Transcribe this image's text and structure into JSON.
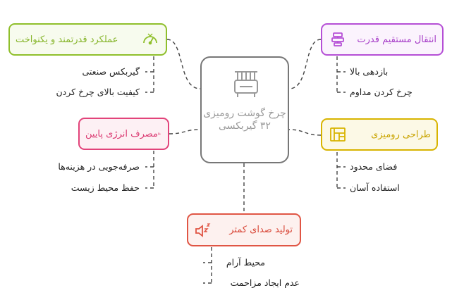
{
  "center": {
    "title": "چرخ گوشت رومیزی ۳۲ گیربکسی",
    "icon": "meat-grinder-icon"
  },
  "branches": [
    {
      "id": "performance",
      "title": "عملکرد قدرتمند و یکنواخت",
      "color": "#8fbf2b",
      "icon": "speedometer-icon",
      "items": [
        "گیربکس صنعتی",
        "کیفیت بالای چرخ کردن"
      ]
    },
    {
      "id": "power",
      "title": "انتقال مستقیم قدرت",
      "color": "#b54fd6",
      "icon": "gear-transmission-icon",
      "items": [
        "بازدهی بالا",
        "چرخ کردن مداوم"
      ]
    },
    {
      "id": "energy",
      "title": "مصرف انرژی پایین",
      "color": "#e2437a",
      "icon": "energy-meter-icon",
      "items": [
        "صرفه‌جویی در هزینه‌ها",
        "حفظ محیط زیست"
      ]
    },
    {
      "id": "design",
      "title": "طراحی رومیزی",
      "color": "#d8b400",
      "icon": "blueprint-icon",
      "items": [
        "فضای محدود",
        "استفاده آسان"
      ]
    },
    {
      "id": "noise",
      "title": "تولید صدای کمتر",
      "color": "#e05544",
      "icon": "low-volume-icon",
      "items": [
        "محیط آرام",
        "عدم ایجاد مزاحمت"
      ]
    }
  ]
}
